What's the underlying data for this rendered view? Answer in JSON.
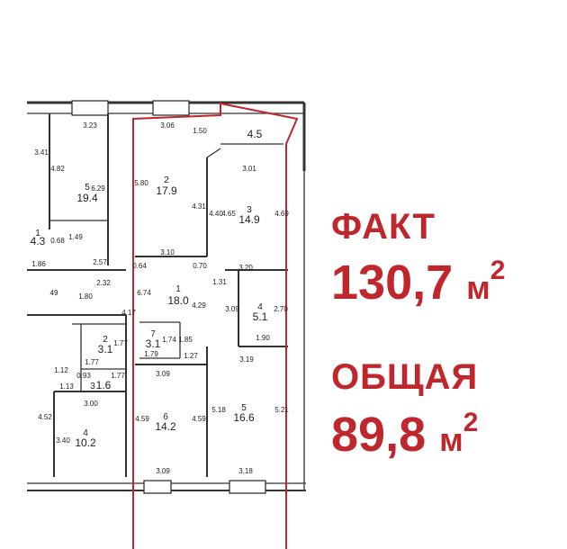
{
  "stats": {
    "fact_label": "ФАКТ",
    "fact_value": "130,7",
    "total_label": "ОБЩАЯ",
    "total_value": "89,8",
    "unit": "м",
    "unit_power": "2"
  },
  "plan": {
    "rooms": [
      {
        "id": "room-1",
        "number": "1",
        "area": "18.0"
      },
      {
        "id": "room-2",
        "number": "2",
        "area": "17.9"
      },
      {
        "id": "room-3",
        "number": "3",
        "area": "14.9"
      },
      {
        "id": "room-4",
        "number": "4",
        "area": "5.1"
      },
      {
        "id": "room-5",
        "number": "5",
        "area": "16.6"
      },
      {
        "id": "room-6",
        "number": "6",
        "area": "14.2"
      },
      {
        "id": "room-7",
        "number": "7",
        "area": "3.1"
      },
      {
        "id": "balcony",
        "number": "",
        "area": "4.5"
      },
      {
        "id": "left-room-5",
        "number": "5",
        "area": "19.4"
      },
      {
        "id": "left-room-4",
        "number": "4",
        "area": "10.2"
      },
      {
        "id": "left-room-2",
        "number": "2",
        "area": "3.1"
      },
      {
        "id": "left-room-3",
        "number": "3",
        "area": "1.6"
      },
      {
        "id": "left-room-1",
        "number": "1",
        "area": "4.3"
      }
    ],
    "dimensions": [
      "3.23",
      "3.06",
      "1.50",
      "3.01",
      "3.41",
      "4.82",
      "6.29",
      "5.80",
      "4.31",
      "4.40",
      "4.65",
      "4.69",
      "0.68",
      "1.49",
      "2.57",
      "3.10",
      "3.20",
      "1.86",
      "2.32",
      "6.74",
      "0.64",
      "0.70",
      "1.31",
      "49",
      "1.80",
      "3.09",
      "2.70",
      "4.17",
      "4.29",
      "1.90",
      "1.77",
      "1.79",
      "1.74",
      "1.85",
      "1.27",
      "3.19",
      "1.77",
      "1.12",
      "3.09",
      "1.13",
      "0.93",
      "1.77",
      "3.00",
      "4.52",
      "3.40",
      "4.59",
      "4.59",
      "5.18",
      "5.21",
      "3.09",
      "3.18"
    ]
  }
}
